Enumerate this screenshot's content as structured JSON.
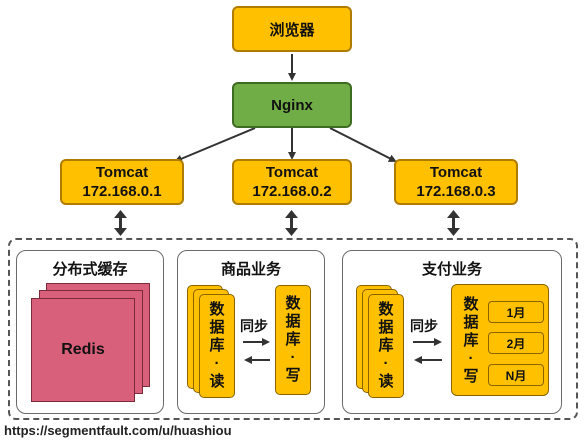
{
  "browser": {
    "label": "浏览器"
  },
  "nginx": {
    "label": "Nginx"
  },
  "tomcats": [
    {
      "name": "Tomcat",
      "ip": "172.168.0.1"
    },
    {
      "name": "Tomcat",
      "ip": "172.168.0.2"
    },
    {
      "name": "Tomcat",
      "ip": "172.168.0.3"
    }
  ],
  "panels": {
    "cache": {
      "title": "分布式缓存",
      "redis_label": "Redis"
    },
    "goods": {
      "title": "商品业务",
      "read_db": [
        "数",
        "据",
        "库",
        "·",
        "读"
      ],
      "sync_label": "同步",
      "write_db": [
        "数",
        "据",
        "库",
        "·",
        "写"
      ]
    },
    "pay": {
      "title": "支付业务",
      "read_db": [
        "数",
        "据",
        "库",
        "·",
        "读"
      ],
      "sync_label": "同步",
      "write_db": [
        "数",
        "据",
        "库",
        "·",
        "写"
      ],
      "months": [
        "1月",
        "2月",
        "N月"
      ]
    }
  },
  "watermark": "https://segmentfault.com/u/huashiou",
  "colors": {
    "yellow": "#ffc000",
    "green": "#70ad47",
    "redis": "#d9607a"
  }
}
